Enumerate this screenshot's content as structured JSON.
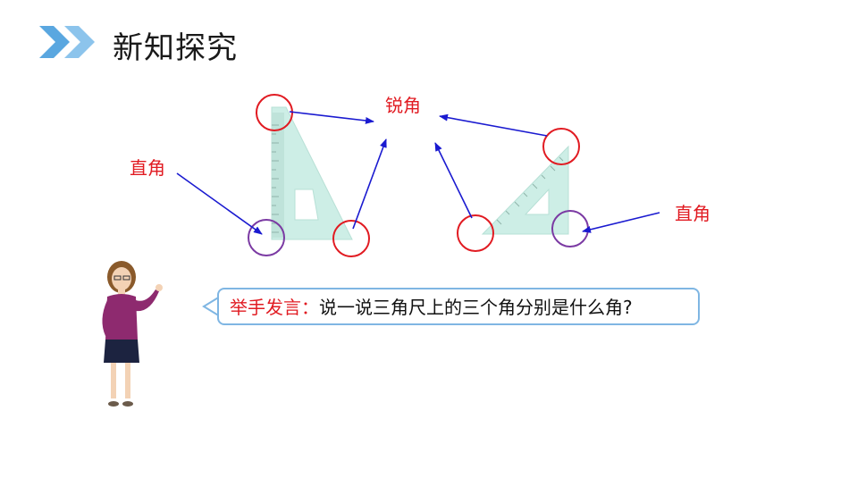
{
  "header": {
    "title": "新知探究",
    "icon": "double-chevron-icon",
    "accent_color": "#5aa7e0"
  },
  "diagram": {
    "label_acute": "锐角",
    "label_right_left": "直角",
    "label_right_right": "直角",
    "label_color": "#e11b22",
    "arrow_color": "#1a1ad0",
    "circle_acute_color": "#e11b22",
    "circle_right_color": "#7b3aa3"
  },
  "prompt": {
    "label": "举手发言：",
    "text": "说一说三角尺上的三个角分别是什么角?"
  }
}
